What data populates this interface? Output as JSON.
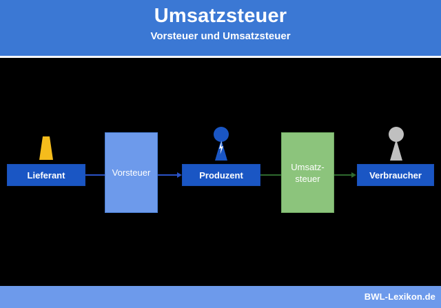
{
  "header": {
    "title": "Umsatzsteuer",
    "subtitle": "Vorsteuer und Umsatzsteuer",
    "background_color": "#3b78d4",
    "text_color": "#ffffff"
  },
  "footer": {
    "watermark": "BWL-Lexikon.de",
    "background_color": "#6d9aeb",
    "text_color": "#ffffff"
  },
  "canvas": {
    "background_color": "#000000"
  },
  "diagram": {
    "actors": [
      {
        "id": "lieferant",
        "label": "Lieferant",
        "box_color": "#1a56c4",
        "text_color": "#ffffff",
        "icon": "factory-funnel-icon",
        "icon_color": "#f5bc1c"
      },
      {
        "id": "produzent",
        "label": "Produzent",
        "box_color": "#1a56c4",
        "text_color": "#ffffff",
        "icon": "producer-person-bolt-icon",
        "icon_color": "#1a56c4"
      },
      {
        "id": "verbraucher",
        "label": "Verbraucher",
        "box_color": "#1a56c4",
        "text_color": "#ffffff",
        "icon": "consumer-person-icon",
        "icon_color": "#c0c0c0"
      }
    ],
    "tax_boxes": [
      {
        "id": "vorsteuer",
        "label": "Vorsteuer",
        "box_color": "#6d9aeb",
        "border_color": "#4a7fd4",
        "text_color": "#ffffff"
      },
      {
        "id": "umsatzsteuer",
        "label": "Umsatz-\nsteuer",
        "box_color": "#8cc47c",
        "border_color": "#6fa861",
        "text_color": "#ffffff"
      }
    ],
    "connectors": [
      {
        "id": "lieferant-to-vorsteuer",
        "color": "#2a53c8",
        "arrowhead": false
      },
      {
        "id": "vorsteuer-to-produzent",
        "color": "#2a53c8",
        "arrowhead": true
      },
      {
        "id": "produzent-to-umsatzsteuer",
        "color": "#2f6b2f",
        "arrowhead": false
      },
      {
        "id": "umsatzsteuer-to-verbraucher",
        "color": "#2f6b2f",
        "arrowhead": true
      }
    ]
  }
}
